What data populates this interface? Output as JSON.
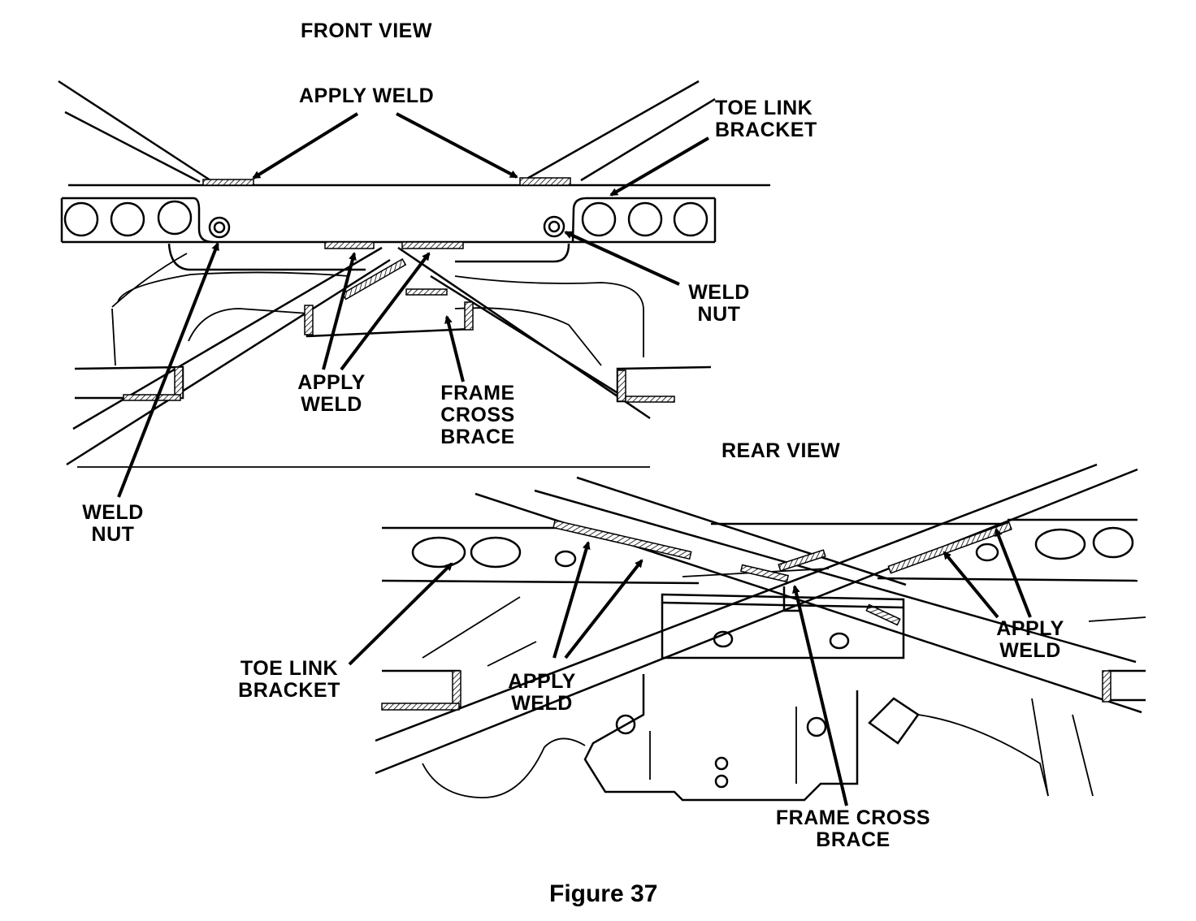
{
  "front_view": {
    "title": "FRONT VIEW",
    "apply_weld_top": "APPLY WELD",
    "toe_link_bracket": [
      "TOE LINK",
      "BRACKET"
    ],
    "weld_nut_right": [
      "WELD",
      "NUT"
    ],
    "apply_weld_middle": [
      "APPLY",
      "WELD"
    ],
    "frame_cross_brace": [
      "FRAME",
      "CROSS",
      "BRACE"
    ],
    "weld_nut_left": [
      "WELD",
      "NUT"
    ]
  },
  "rear_view": {
    "title": "REAR VIEW",
    "toe_link_bracket": [
      "TOE LINK",
      "BRACKET"
    ],
    "apply_weld_left": [
      "APPLY",
      "WELD"
    ],
    "apply_weld_right": [
      "APPLY",
      "WELD"
    ],
    "frame_cross_brace": [
      "FRAME CROSS",
      "BRACE"
    ]
  },
  "caption": "Figure 37"
}
